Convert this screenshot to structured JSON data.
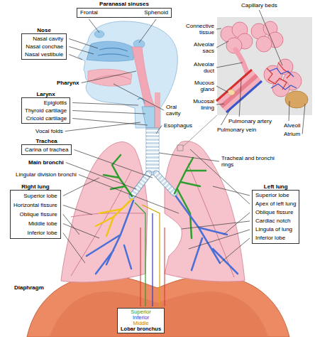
{
  "diagram": {
    "nodes": [
      {
        "text": [
          "Paranasal sinuses",
          "Frontal",
          "Sphenoid"
        ]
      },
      {
        "text": [
          "Nose",
          "Nasal cavity",
          "Nasal conchae",
          "Nasal vestibule"
        ]
      },
      {
        "text": [
          "Larynx",
          "Epiglottis",
          "Thyroid cartilage",
          "Cricoid cartilage"
        ]
      },
      {
        "text": [
          "Trachea",
          "Carina of trachea"
        ]
      },
      {
        "text": [
          "Right lung",
          "Superior lobe",
          "Horizontal fissure",
          "Oblique fissure",
          "Middle lobe",
          "Inferior lobe"
        ]
      },
      {
        "text": [
          "Left lung",
          "Superior lobe",
          "Apex of left lung",
          "Oblique fissure",
          "Cardiac notch",
          "Lingula of lung",
          "Inferior lobe"
        ]
      },
      {
        "text": [
          "Superior",
          "Inferior",
          "Middle",
          "Lobar bronchus"
        ]
      }
    ],
    "labels": [
      "Capillary beds",
      "Connective tissue",
      "Alveolar sacs",
      "Alveolar duct",
      "Mucous gland",
      "Mucosal lining",
      "Pharynx",
      "Oral cavity",
      "Esophagus",
      "Pulmonary artery",
      "Pulmonary vein",
      "Alveoli",
      "Atrium",
      "Vocal folds",
      "Tracheal and bronchi rings",
      "Main bronchi",
      "Lingular division bronchi",
      "Diaphragm"
    ]
  }
}
